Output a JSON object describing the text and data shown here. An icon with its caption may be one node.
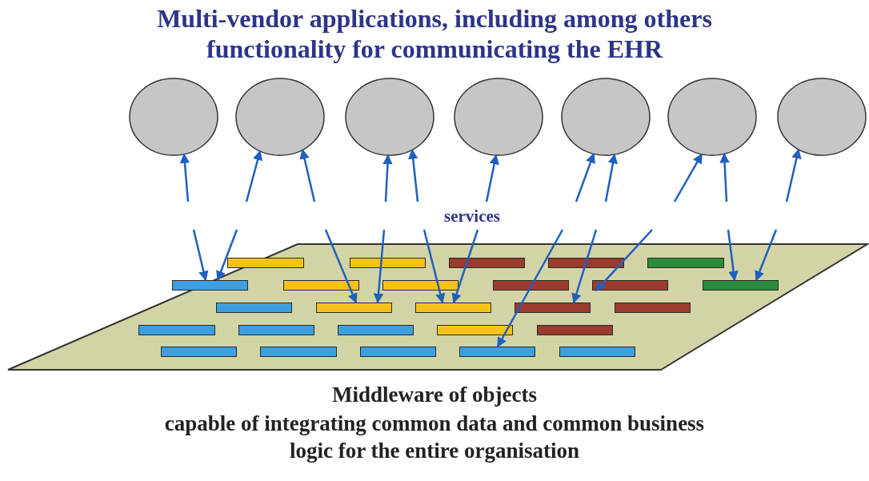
{
  "diagram": {
    "title": "Multi-vendor applications, including among others functionality for communicating the EHR",
    "nodes": [
      {
        "text": [],
        "shape": "circle"
      },
      {
        "text": [],
        "shape": "circle"
      },
      {
        "text": [],
        "shape": "circle"
      },
      {
        "text": [],
        "shape": "circle"
      },
      {
        "text": [],
        "shape": "circle"
      },
      {
        "text": [],
        "shape": "circle"
      },
      {
        "text": [],
        "shape": "circle"
      },
      {
        "text": [
          "Middleware of objects",
          "capable of integrating common data and common business logic for the entire organisation"
        ]
      },
      {
        "text": [],
        "shape": "bar",
        "in": 7
      },
      {
        "text": [],
        "shape": "bar",
        "in": 7
      },
      {
        "text": [],
        "shape": "bar",
        "in": 7
      },
      {
        "text": [],
        "shape": "bar",
        "in": 7
      },
      {
        "text": [],
        "shape": "bar",
        "in": 7
      },
      {
        "text": [],
        "shape": "bar",
        "in": 7
      },
      {
        "text": [],
        "shape": "bar",
        "in": 7
      },
      {
        "text": [],
        "shape": "bar",
        "in": 7
      },
      {
        "text": [],
        "shape": "bar",
        "in": 7
      },
      {
        "text": [],
        "shape": "bar",
        "in": 7
      },
      {
        "text": [],
        "shape": "bar",
        "in": 7
      },
      {
        "text": [],
        "shape": "bar",
        "in": 7
      },
      {
        "text": [],
        "shape": "bar",
        "in": 7
      },
      {
        "text": [],
        "shape": "bar",
        "in": 7
      },
      {
        "text": [],
        "shape": "bar",
        "in": 7
      },
      {
        "text": [],
        "shape": "bar",
        "in": 7
      },
      {
        "text": [],
        "shape": "bar",
        "in": 7
      },
      {
        "text": [],
        "shape": "bar",
        "in": 7
      },
      {
        "text": [],
        "shape": "bar",
        "in": 7
      },
      {
        "text": [],
        "shape": "bar",
        "in": 7
      },
      {
        "text": [],
        "shape": "bar",
        "in": 7
      },
      {
        "text": [],
        "shape": "bar",
        "in": 7
      },
      {
        "text": [],
        "shape": "bar",
        "in": 7
      },
      {
        "text": [],
        "shape": "bar",
        "in": 7
      },
      {
        "text": [],
        "shape": "bar",
        "in": 7
      },
      {
        "text": [],
        "shape": "bar",
        "in": 7
      }
    ],
    "edges": [
      {
        "from": null,
        "to": 0,
        "arrow": "to"
      },
      {
        "from": null,
        "to": 1,
        "arrow": "to"
      },
      {
        "from": null,
        "to": 1,
        "arrow": "to"
      },
      {
        "from": null,
        "to": 2,
        "arrow": "to"
      },
      {
        "from": null,
        "to": 2,
        "arrow": "to"
      },
      {
        "from": null,
        "to": 3,
        "arrow": "to"
      },
      {
        "from": null,
        "to": 4,
        "arrow": "to"
      },
      {
        "from": null,
        "to": 4,
        "arrow": "to"
      },
      {
        "from": null,
        "to": 5,
        "arrow": "to"
      },
      {
        "from": null,
        "to": 5,
        "arrow": "to"
      },
      {
        "from": null,
        "to": 6,
        "arrow": "to"
      },
      {
        "from": null,
        "to": 13,
        "arrow": "to"
      },
      {
        "from": null,
        "to": 13,
        "arrow": "to"
      },
      {
        "from": null,
        "to": 20,
        "arrow": "to"
      },
      {
        "from": null,
        "to": 20,
        "arrow": "to"
      },
      {
        "from": null,
        "to": 21,
        "arrow": "to"
      },
      {
        "from": null,
        "to": 21,
        "arrow": "to"
      },
      {
        "from": null,
        "to": 32,
        "arrow": "to"
      },
      {
        "from": null,
        "to": 22,
        "arrow": "to"
      },
      {
        "from": null,
        "to": 17,
        "arrow": "to"
      },
      {
        "from": null,
        "to": 18,
        "arrow": "to"
      },
      {
        "from": null,
        "to": 18,
        "arrow": "to"
      }
    ],
    "labels": [
      "services"
    ]
  }
}
